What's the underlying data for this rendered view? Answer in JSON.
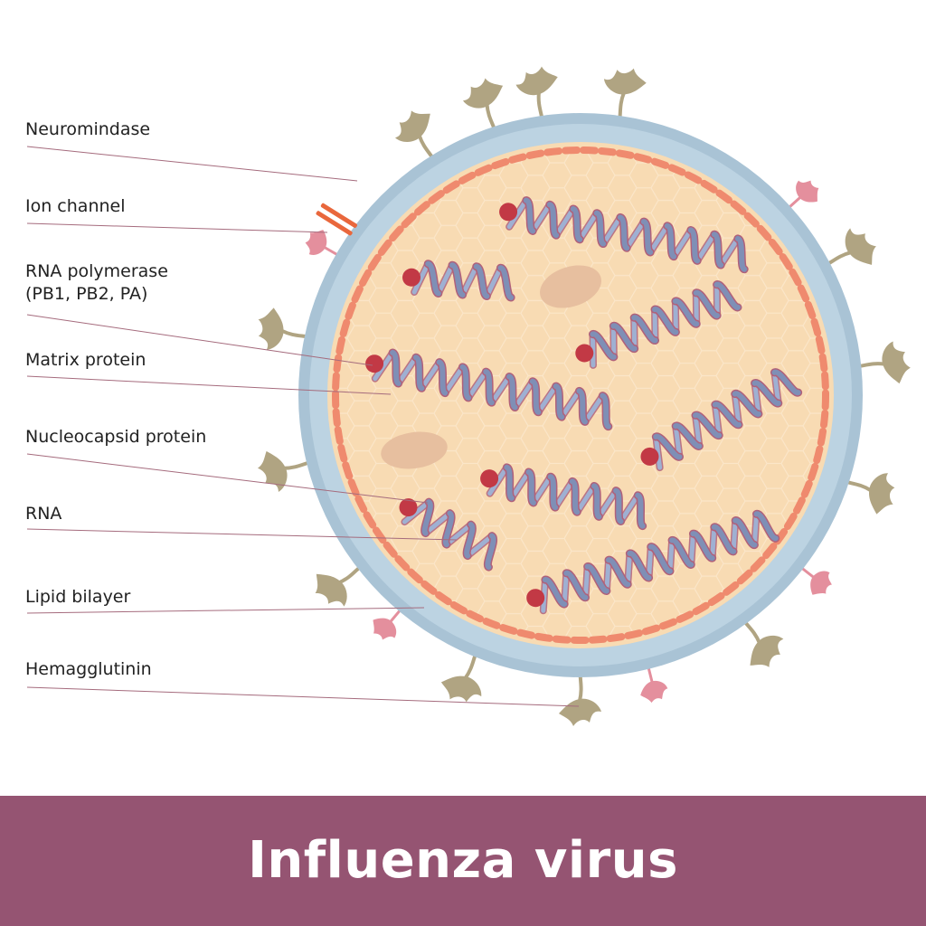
{
  "title": "Influenza virus",
  "labels": {
    "neuraminidase": "Neuromindase",
    "ion_channel": "Ion channel",
    "rna_polymerase_line1": "RNA polymerase",
    "rna_polymerase_line2": "(PB1, PB2, PA)",
    "matrix_protein": "Matrix protein",
    "nucleocapsid_protein": "Nucleocapsid protein",
    "rna": "RNA",
    "lipid_bilayer": "Lipid bilayer",
    "hemagglutinin": "Hemagglutinin"
  },
  "colors": {
    "footer": "#955472",
    "envelope": "#a9c3d5",
    "interior": "#f8dbb3",
    "matrix_dots": "#ef8a6e",
    "rna_helix": "#7f8fb6",
    "rna_helix_edge": "#b0617a",
    "polymerase": "#c23945",
    "hemagglutinin": "#b0a482",
    "neuraminidase": "#e48f9d",
    "ion_channel": "#e9673c",
    "leader_line": "#a56b7d"
  },
  "icons": {
    "hemagglutinin": "hemagglutinin-spike-icon",
    "neuraminidase": "neuraminidase-spike-icon",
    "ion_channel": "ion-channel-icon"
  }
}
